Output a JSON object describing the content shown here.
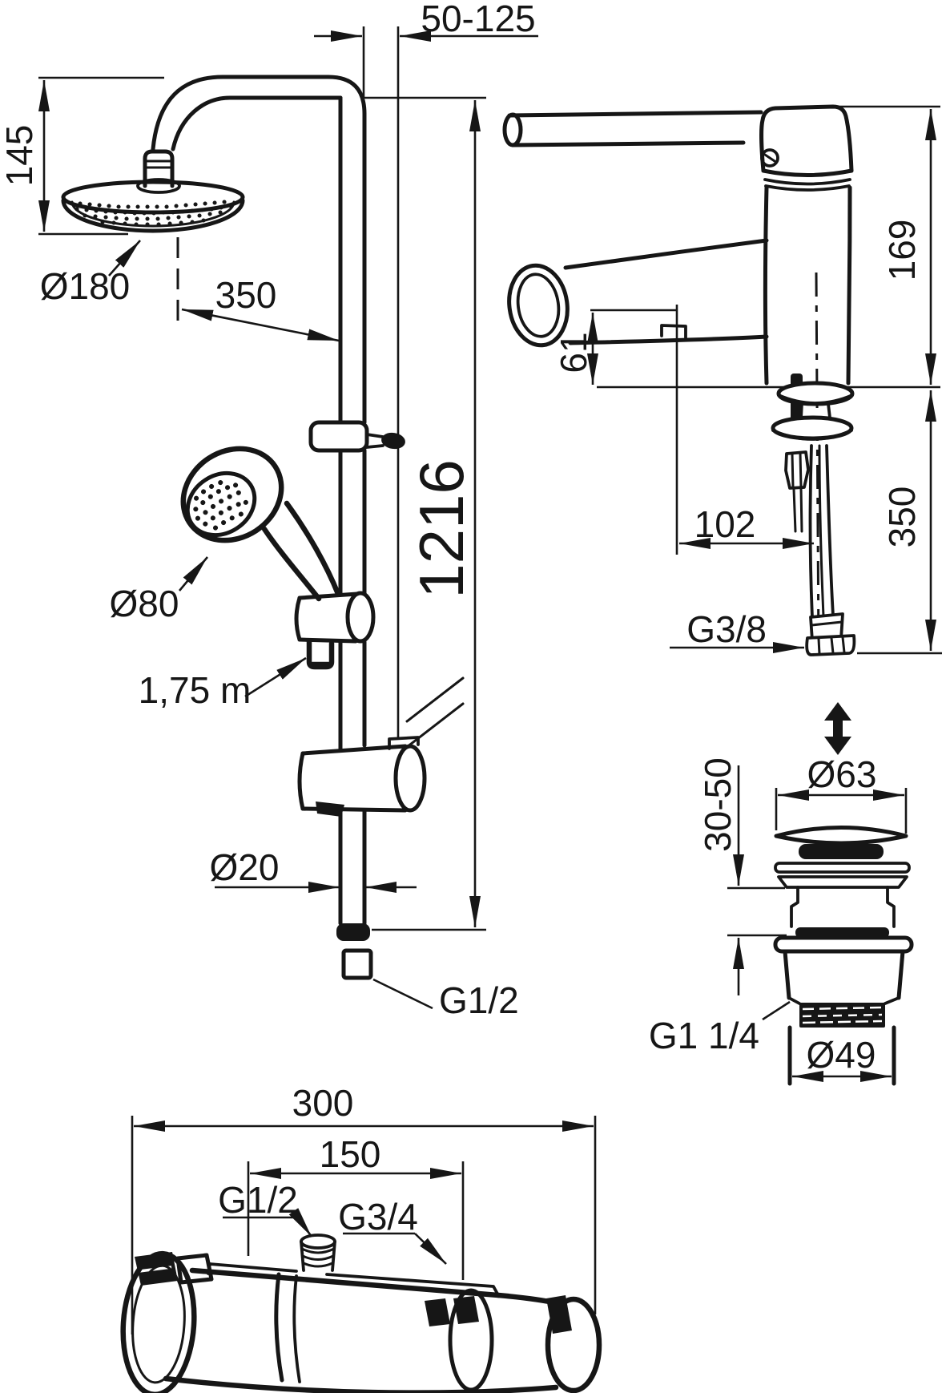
{
  "colors": {
    "line": "#161616",
    "background": "#ffffff"
  },
  "views": {
    "shower_column": {
      "dims": {
        "wall_offset": "50-125",
        "head_height": "145",
        "head_diameter": "Ø180",
        "arm_reach": "350",
        "column_height": "1216",
        "hand_shower_diameter": "Ø80",
        "hose_length": "1,75 m",
        "pipe_diameter": "Ø20",
        "outlet_thread": "G1/2"
      }
    },
    "basin_mixer": {
      "dims": {
        "total_height": "169",
        "spout_height": "61",
        "spout_reach": "102",
        "hose_length": "350",
        "inlet_thread": "G3/8"
      }
    },
    "waste_valve": {
      "dims": {
        "plug_diameter": "Ø63",
        "deck_thickness_range": "30-50",
        "outlet_thread": "G1 1/4",
        "body_diameter": "Ø49"
      }
    },
    "thermostatic_mixer": {
      "dims": {
        "width": "300",
        "cc_distance": "150",
        "top_thread": "G1/2",
        "outlet_thread": "G3/4"
      }
    }
  }
}
